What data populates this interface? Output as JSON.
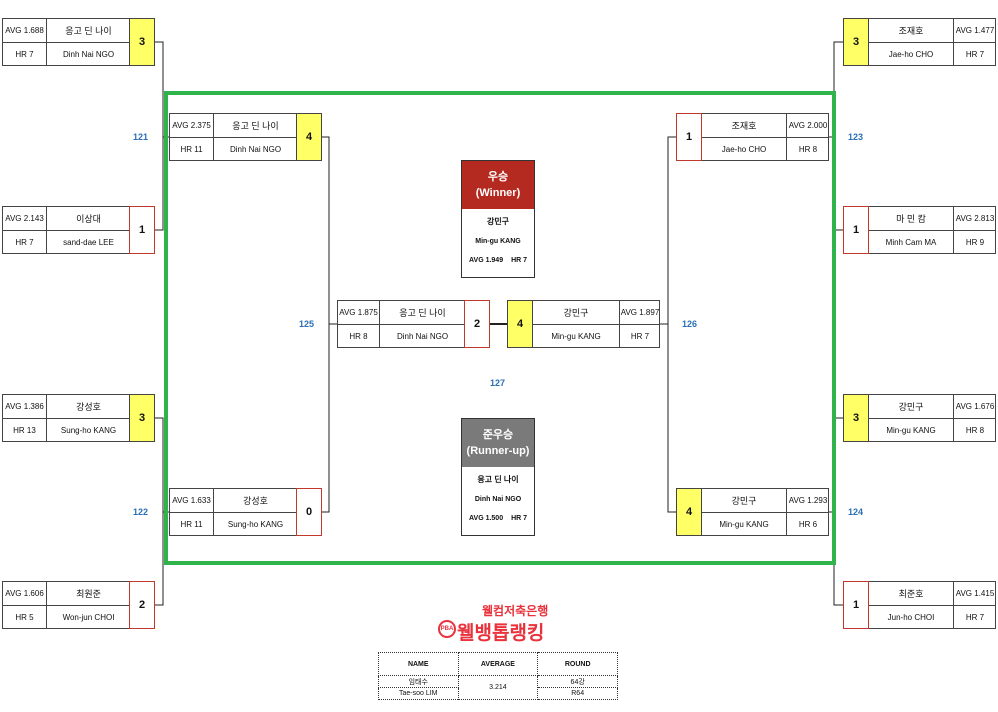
{
  "players": {
    "l1": {
      "avg": "AVG 1.688",
      "ko": "응고 딘 나이",
      "hr": "HR 7",
      "en": "Dinh Nai NGO",
      "score": "3"
    },
    "l2": {
      "avg": "AVG 2.143",
      "ko": "이상대",
      "hr": "HR 7",
      "en": "sand-dae LEE",
      "score": "1"
    },
    "l3": {
      "avg": "AVG 1.386",
      "ko": "강성호",
      "hr": "HR 13",
      "en": "Sung-ho KANG",
      "score": "3"
    },
    "l4": {
      "avg": "AVG 1.606",
      "ko": "최원준",
      "hr": "HR 5",
      "en": "Won-jun CHOI",
      "score": "2"
    },
    "lq1": {
      "avg": "AVG 2.375",
      "ko": "응고 딘 나이",
      "hr": "HR 11",
      "en": "Dinh Nai NGO",
      "score": "4"
    },
    "lq2": {
      "avg": "AVG 1.633",
      "ko": "강성호",
      "hr": "HR 11",
      "en": "Sung-ho KANG",
      "score": "0"
    },
    "lf": {
      "avg": "AVG 1.875",
      "ko": "응고 딘 나이",
      "hr": "HR 8",
      "en": "Dinh Nai NGO",
      "score": "2"
    },
    "rf": {
      "avg": "AVG 1.897",
      "ko": "강민구",
      "hr": "HR 7",
      "en": "Min-gu KANG",
      "score": "4"
    },
    "rq1": {
      "avg": "AVG 2.000",
      "ko": "조재호",
      "hr": "HR 8",
      "en": "Jae-ho CHO",
      "score": "1"
    },
    "rq2": {
      "avg": "AVG 1.293",
      "ko": "강민구",
      "hr": "HR 6",
      "en": "Min-gu KANG",
      "score": "4"
    },
    "r1": {
      "avg": "AVG 1.477",
      "ko": "조재호",
      "hr": "HR 7",
      "en": "Jae-ho CHO",
      "score": "3"
    },
    "r2": {
      "avg": "AVG 2.813",
      "ko": "마 민 캄",
      "hr": "HR 9",
      "en": "Minh Cam MA",
      "score": "1"
    },
    "r3": {
      "avg": "AVG 1.676",
      "ko": "강민구",
      "hr": "HR 8",
      "en": "Min-gu KANG",
      "score": "3"
    },
    "r4": {
      "avg": "AVG 1.415",
      "ko": "최준호",
      "hr": "HR 7",
      "en": "Jun-ho CHOI",
      "score": "1"
    }
  },
  "match_numbers": {
    "m121": "121",
    "m122": "122",
    "m123": "123",
    "m124": "124",
    "m125": "125",
    "m126": "126",
    "m127": "127"
  },
  "winner": {
    "title_ko": "우승",
    "title_en": "(Winner)",
    "color": "#b52a20",
    "name_ko": "강민구",
    "name_en": "Min-gu KANG",
    "avg": "AVG 1.949",
    "hr": "HR 7"
  },
  "runner_up": {
    "title_ko": "준우승",
    "title_en": "(Runner-up)",
    "color": "#7a7a7a",
    "name_ko": "응고 딘 나이",
    "name_en": "Dinh Nai NGO",
    "avg": "AVG 1.500",
    "hr": "HR 7"
  },
  "logo": {
    "line1": "웰컴저축은행",
    "line2": "웰뱅톱랭킹",
    "badge": "PBA"
  },
  "ranking_table": {
    "headers": [
      "NAME",
      "AVERAGE",
      "ROUND"
    ],
    "name_ko": "임태수",
    "name_en": "Tae-soo LIM",
    "average": "3.214",
    "round_ko": "64강",
    "round_en": "R64"
  },
  "colors": {
    "frame": "#2fb34a",
    "win_score": "#ffff66",
    "lose_border": "#c0392b",
    "match_number": "#2a6fb5"
  }
}
